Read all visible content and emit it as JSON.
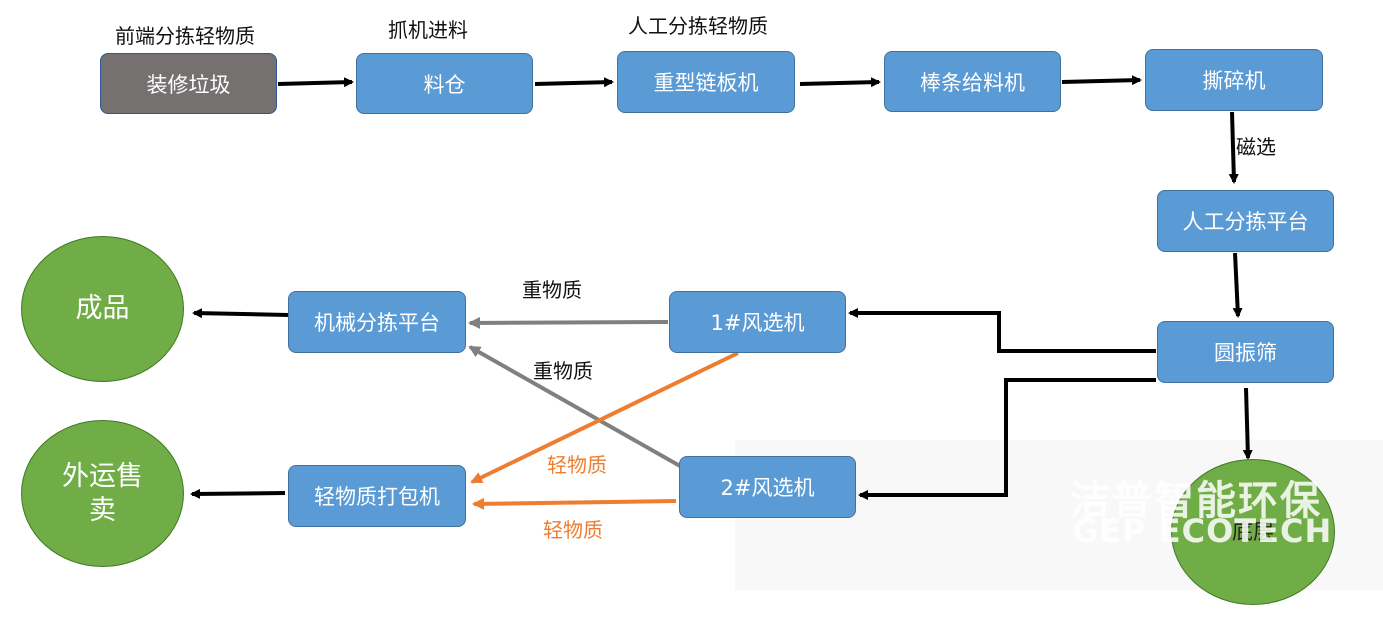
{
  "nodes": {
    "decoration_waste": "装修垃圾",
    "hopper": "料仓",
    "heavy_plate_feeder": "重型链板机",
    "bar_feeder": "棒条给料机",
    "shredder": "撕碎机",
    "manual_sorting_platform": "人工分拣平台",
    "trommel_screen": "圆振筛",
    "air_separator_1": "1#风选机",
    "air_separator_2": "2#风选机",
    "mechanical_sorting_platform": "机械分拣平台",
    "light_material_baler": "轻物质打包机",
    "finished_product": "成品",
    "external_sale": "外运售卖",
    "bottom_layer": "底层"
  },
  "labels": {
    "front_sort": "前端分拣轻物质",
    "grab_feed": "抓机进料",
    "manual_sort_light": "人工分拣轻物质",
    "magnetic": "磁选",
    "heavy_1": "重物质",
    "heavy_2": "重物质",
    "light_1": "轻物质",
    "light_2": "轻物质"
  },
  "watermark": {
    "cn": "洁普智能环保",
    "en": "GEP ECOTECH"
  },
  "colors": {
    "box_blue": "#5b9bd5",
    "box_gray": "#767171",
    "circle_green": "#70ad47",
    "arrow_black": "#000000",
    "arrow_gray": "#808080",
    "arrow_orange": "#ed7d31"
  }
}
